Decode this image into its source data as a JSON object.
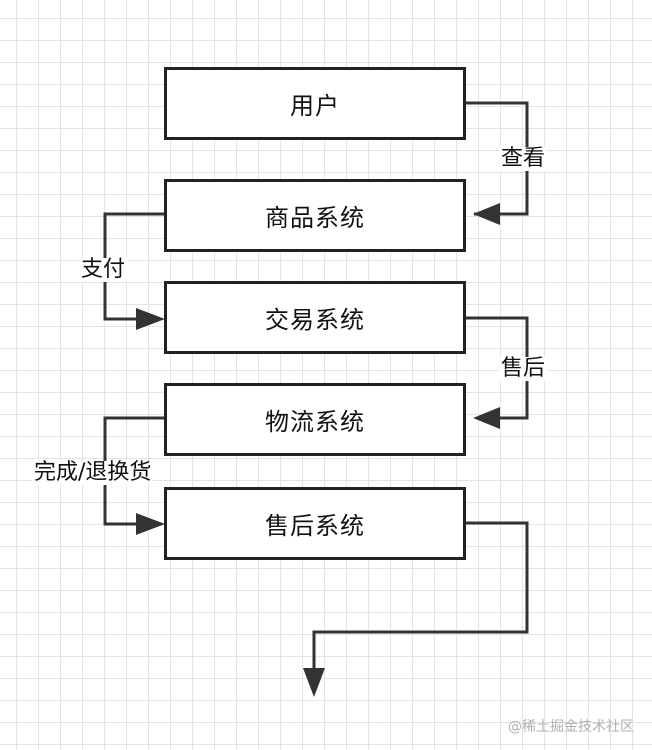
{
  "diagram": {
    "nodes": [
      {
        "id": "user",
        "label": "用户"
      },
      {
        "id": "product",
        "label": "商品系统"
      },
      {
        "id": "trade",
        "label": "交易系统"
      },
      {
        "id": "logistics",
        "label": "物流系统"
      },
      {
        "id": "aftersale",
        "label": "售后系统"
      }
    ],
    "edges": [
      {
        "from": "user",
        "to": "product",
        "label": "查看"
      },
      {
        "from": "product",
        "to": "trade",
        "label": "支付"
      },
      {
        "from": "trade",
        "to": "logistics",
        "label": "售后"
      },
      {
        "from": "logistics",
        "to": "aftersale",
        "label": "完成/退换货"
      },
      {
        "from": "aftersale",
        "to": "",
        "label": ""
      }
    ]
  },
  "watermark": "@稀土掘金技术社区"
}
